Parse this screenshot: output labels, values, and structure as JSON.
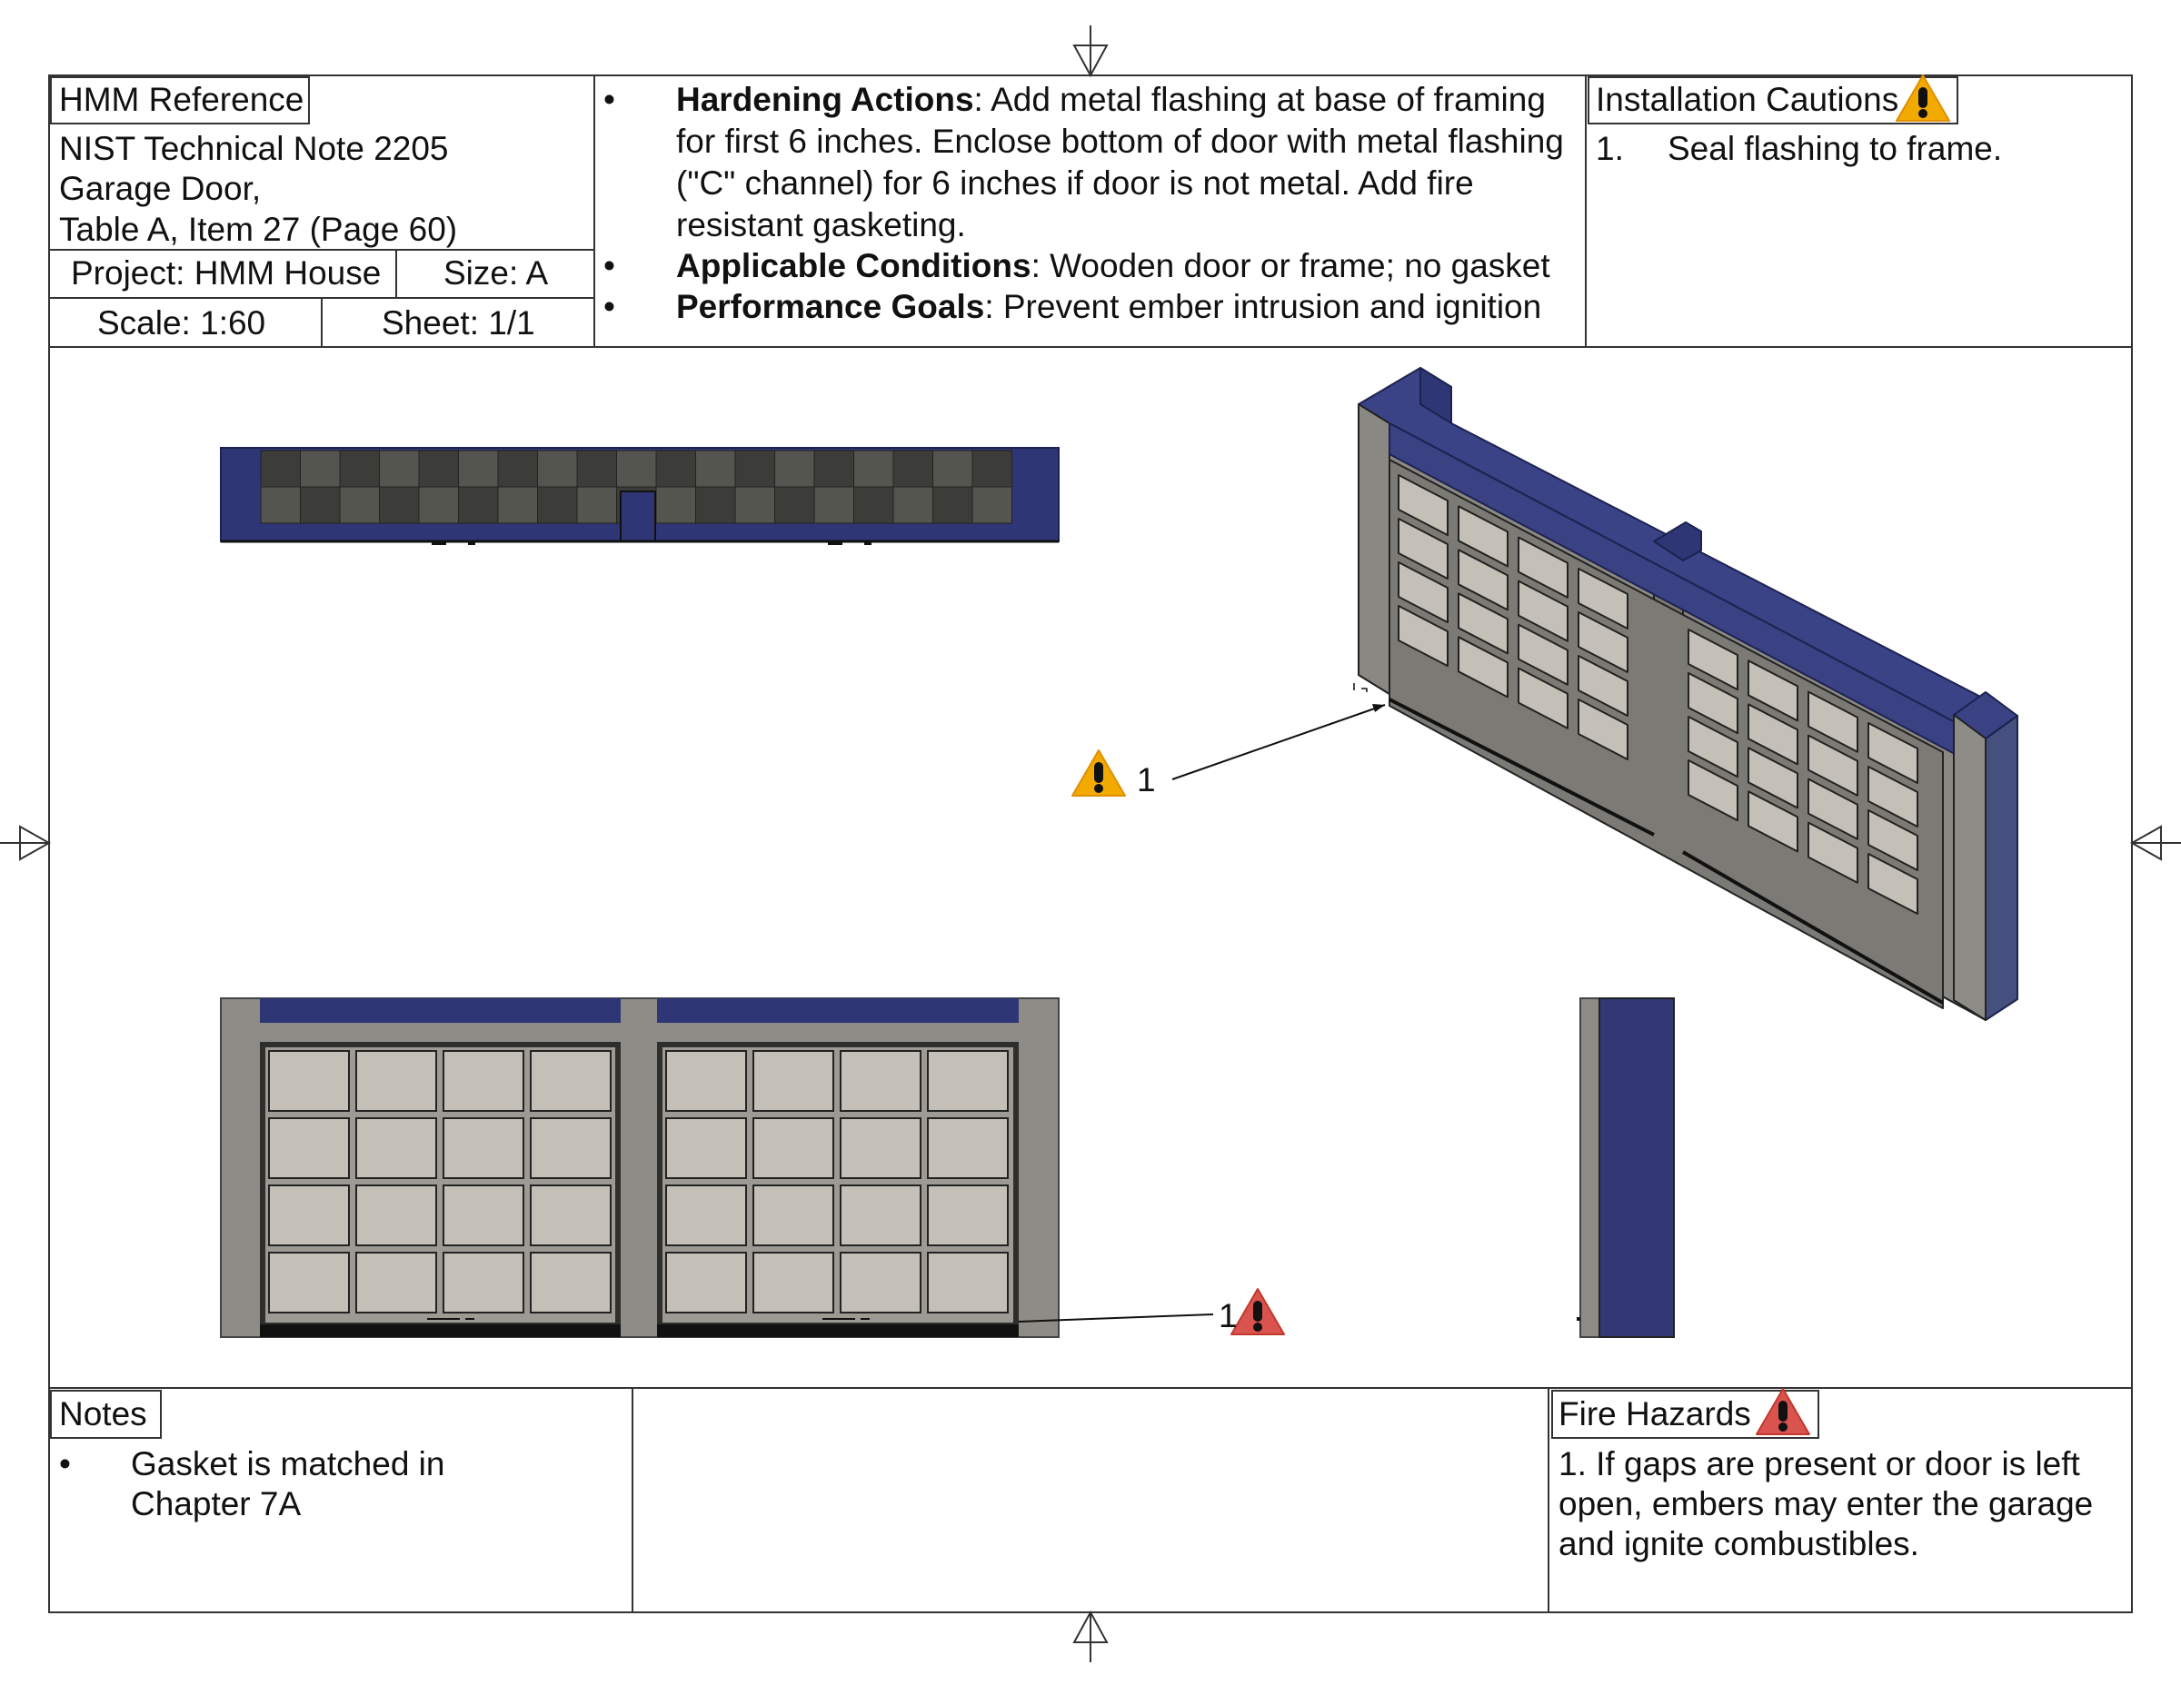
{
  "hmm_reference": {
    "heading": "HMM Reference",
    "source_line1": "NIST Technical Note 2205",
    "source_line2": "Garage Door,",
    "source_line3": "Table A, Item 27 (Page 60)",
    "project": "Project: HMM House",
    "size": "Size: A",
    "scale": "Scale: 1:60",
    "sheet": "Sheet: 1/1"
  },
  "actions": {
    "hardening_label": "Hardening Actions",
    "hardening_line1": ": Add metal flashing at base of framing",
    "hardening_line2": "for first 6 inches. Enclose bottom of door with metal flashing",
    "hardening_line3": "(\"C\" channel) for 6 inches if door is not metal. Add fire",
    "hardening_line4": "resistant gasketing.",
    "conditions_label": "Applicable Conditions",
    "conditions_text": ": Wooden door or frame; no gasket",
    "goals_label": "Performance Goals",
    "goals_text": ": Prevent ember intrusion and ignition"
  },
  "installation_cautions": {
    "heading": "Installation Cautions",
    "item_number": "1.",
    "item_text": "Seal flashing to frame."
  },
  "callouts": {
    "iso_label": "1",
    "front_label": "1"
  },
  "notes": {
    "heading": "Notes",
    "item_line1": "Gasket is matched in",
    "item_line2": "Chapter 7A"
  },
  "fire_hazards": {
    "heading": "Fire Hazards",
    "line1": "1. If gaps are present or door is left",
    "line2": "open, embers may enter the garage",
    "line3": "and ignite combustibles."
  },
  "colors": {
    "caution": "#F2A900",
    "hazard": "#D9534F",
    "flashing_blue": "#323A78",
    "frame_gray": "#8C8A85",
    "panel_fill": "#C4C0B8",
    "dark_panel": "#3E3E3A"
  },
  "icons": [
    "caution-triangle-icon",
    "fire-hazard-triangle-icon",
    "sheet-center-arrow-icon"
  ]
}
